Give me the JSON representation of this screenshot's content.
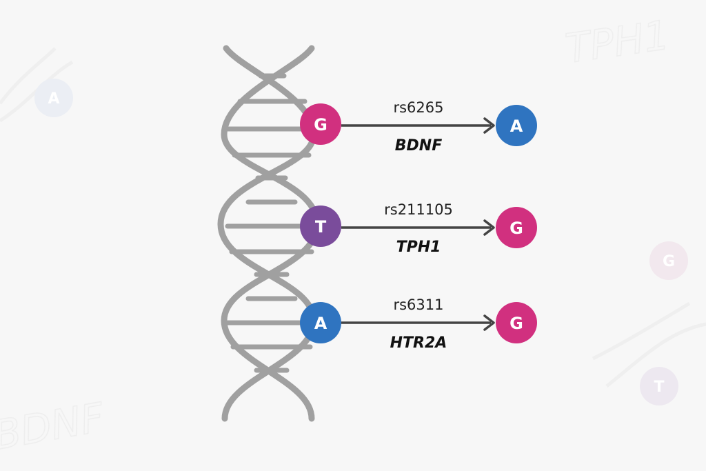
{
  "colors": {
    "background": "#f7f7f7",
    "helix": "#a0a0a0",
    "arrow": "#444444",
    "G": "#d1307f",
    "A": "#2f74c0",
    "T": "#7a4c9b"
  },
  "variants": [
    {
      "snp_id": "rs6265",
      "gene": "BDNF",
      "ref": "G",
      "alt": "A"
    },
    {
      "snp_id": "rs211105",
      "gene": "TPH1",
      "ref": "T",
      "alt": "G"
    },
    {
      "snp_id": "rs6311",
      "gene": "HTR2A",
      "ref": "A",
      "alt": "G"
    }
  ],
  "watermarks": {
    "top_left_letter": "A",
    "top_right_text": "TPH1",
    "right_letter_1": "G",
    "right_letter_2": "T",
    "bottom_left_text": "BDNF"
  }
}
